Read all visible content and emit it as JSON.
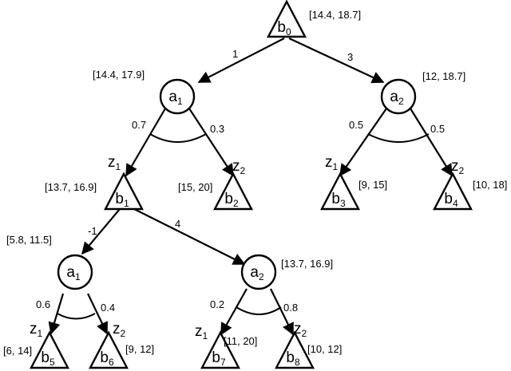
{
  "nodes": {
    "b0": {
      "letter": "b",
      "sub": "0",
      "interval": "[14.4, 18.7]"
    },
    "a1_top": {
      "letter": "a",
      "sub": "1",
      "interval": "[14.4, 17.9]"
    },
    "a2_top": {
      "letter": "a",
      "sub": "2",
      "interval": "[12, 18.7]"
    },
    "b1": {
      "letter": "b",
      "sub": "1",
      "interval": "[13.7, 16.9]"
    },
    "b2": {
      "letter": "b",
      "sub": "2",
      "interval": "[15, 20]"
    },
    "b3": {
      "letter": "b",
      "sub": "3",
      "interval": "[9, 15]"
    },
    "b4": {
      "letter": "b",
      "sub": "4",
      "interval": "[10, 18]"
    },
    "a1_bot": {
      "letter": "a",
      "sub": "1",
      "interval": "[5.8, 11.5]"
    },
    "a2_bot": {
      "letter": "a",
      "sub": "2",
      "interval": "[13.7, 16.9]"
    },
    "b5": {
      "letter": "b",
      "sub": "5",
      "interval": "[6, 14]"
    },
    "b6": {
      "letter": "b",
      "sub": "6",
      "interval": "[9, 12]"
    },
    "b7": {
      "letter": "b",
      "sub": "7",
      "interval": "[11, 20]"
    },
    "b8": {
      "letter": "b",
      "sub": "8",
      "interval": "[10, 12]"
    }
  },
  "edges": {
    "b0_a1": "1",
    "b0_a2": "3",
    "a1_b1_prob": "0.7",
    "a1_b2_prob": "0.3",
    "a2_b3_prob": "0.5",
    "a2_b4_prob": "0.5",
    "b1_a1": "-1",
    "b1_a2": "4",
    "a1b_b5_prob": "0.6",
    "a1b_b6_prob": "0.4",
    "a2b_b7_prob": "0.2",
    "a2b_b8_prob": "0.8"
  },
  "observations": {
    "z1": {
      "letter": "z",
      "sub": "1"
    },
    "z2": {
      "letter": "z",
      "sub": "2"
    }
  },
  "colors": {
    "stroke": "#000000",
    "fill": "#ffffff"
  }
}
